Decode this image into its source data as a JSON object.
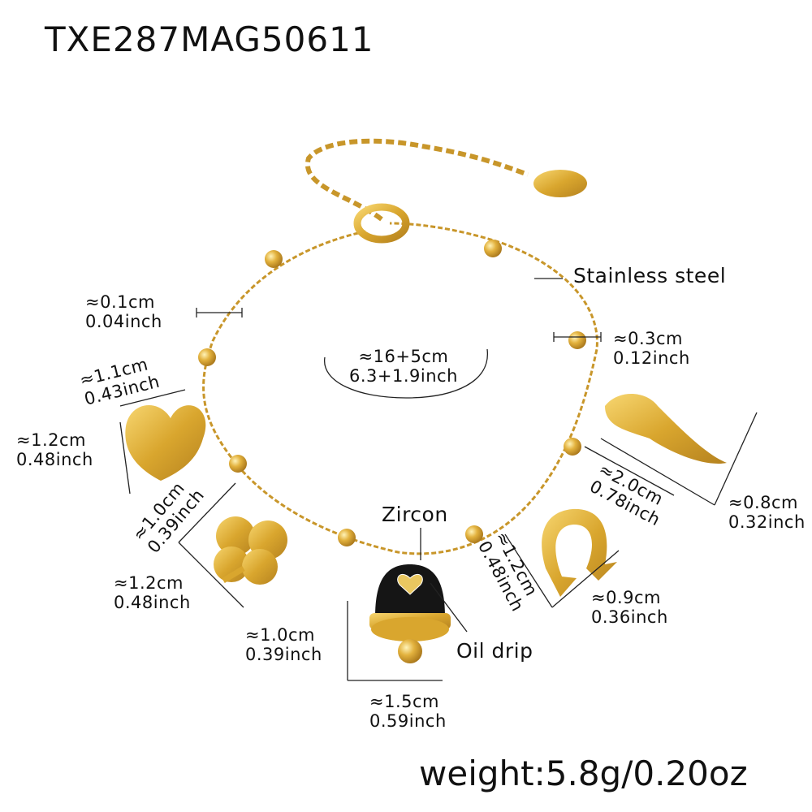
{
  "product_code": "TXE287MAG50611",
  "weight": "weight:5.8g/0.20oz",
  "material_label": "Stainless steel",
  "length": {
    "cm": "≈16+5cm",
    "inch": "6.3+1.9inch"
  },
  "callouts": {
    "zircon": "Zircon",
    "oil_drip": "Oil drip"
  },
  "dimensions": {
    "chain_width": {
      "cm": "≈0.1cm",
      "inch": "0.04inch"
    },
    "bead": {
      "cm": "≈0.3cm",
      "inch": "0.12inch"
    },
    "heart_width": {
      "cm": "≈1.1cm",
      "inch": "0.43inch"
    },
    "heart_height": {
      "cm": "≈1.2cm",
      "inch": "0.48inch"
    },
    "clover_width": {
      "cm": "≈1.0cm",
      "inch": "0.39inch"
    },
    "clover_height": {
      "cm": "≈1.2cm",
      "inch": "0.48inch"
    },
    "bell_width": {
      "cm": "≈1.0cm",
      "inch": "0.39inch"
    },
    "bell_height": {
      "cm": "≈1.5cm",
      "inch": "0.59inch"
    },
    "horseshoe_height": {
      "cm": "≈1.2cm",
      "inch": "0.48inch"
    },
    "horseshoe_width": {
      "cm": "≈0.9cm",
      "inch": "0.36inch"
    },
    "horn_length": {
      "cm": "≈2.0cm",
      "inch": "0.78inch"
    },
    "horn_width": {
      "cm": "≈0.8cm",
      "inch": "0.32inch"
    }
  },
  "colors": {
    "gold": "#d9a62e",
    "gold_dark": "#a8761a",
    "enamel": "#151515",
    "text": "#111111"
  }
}
